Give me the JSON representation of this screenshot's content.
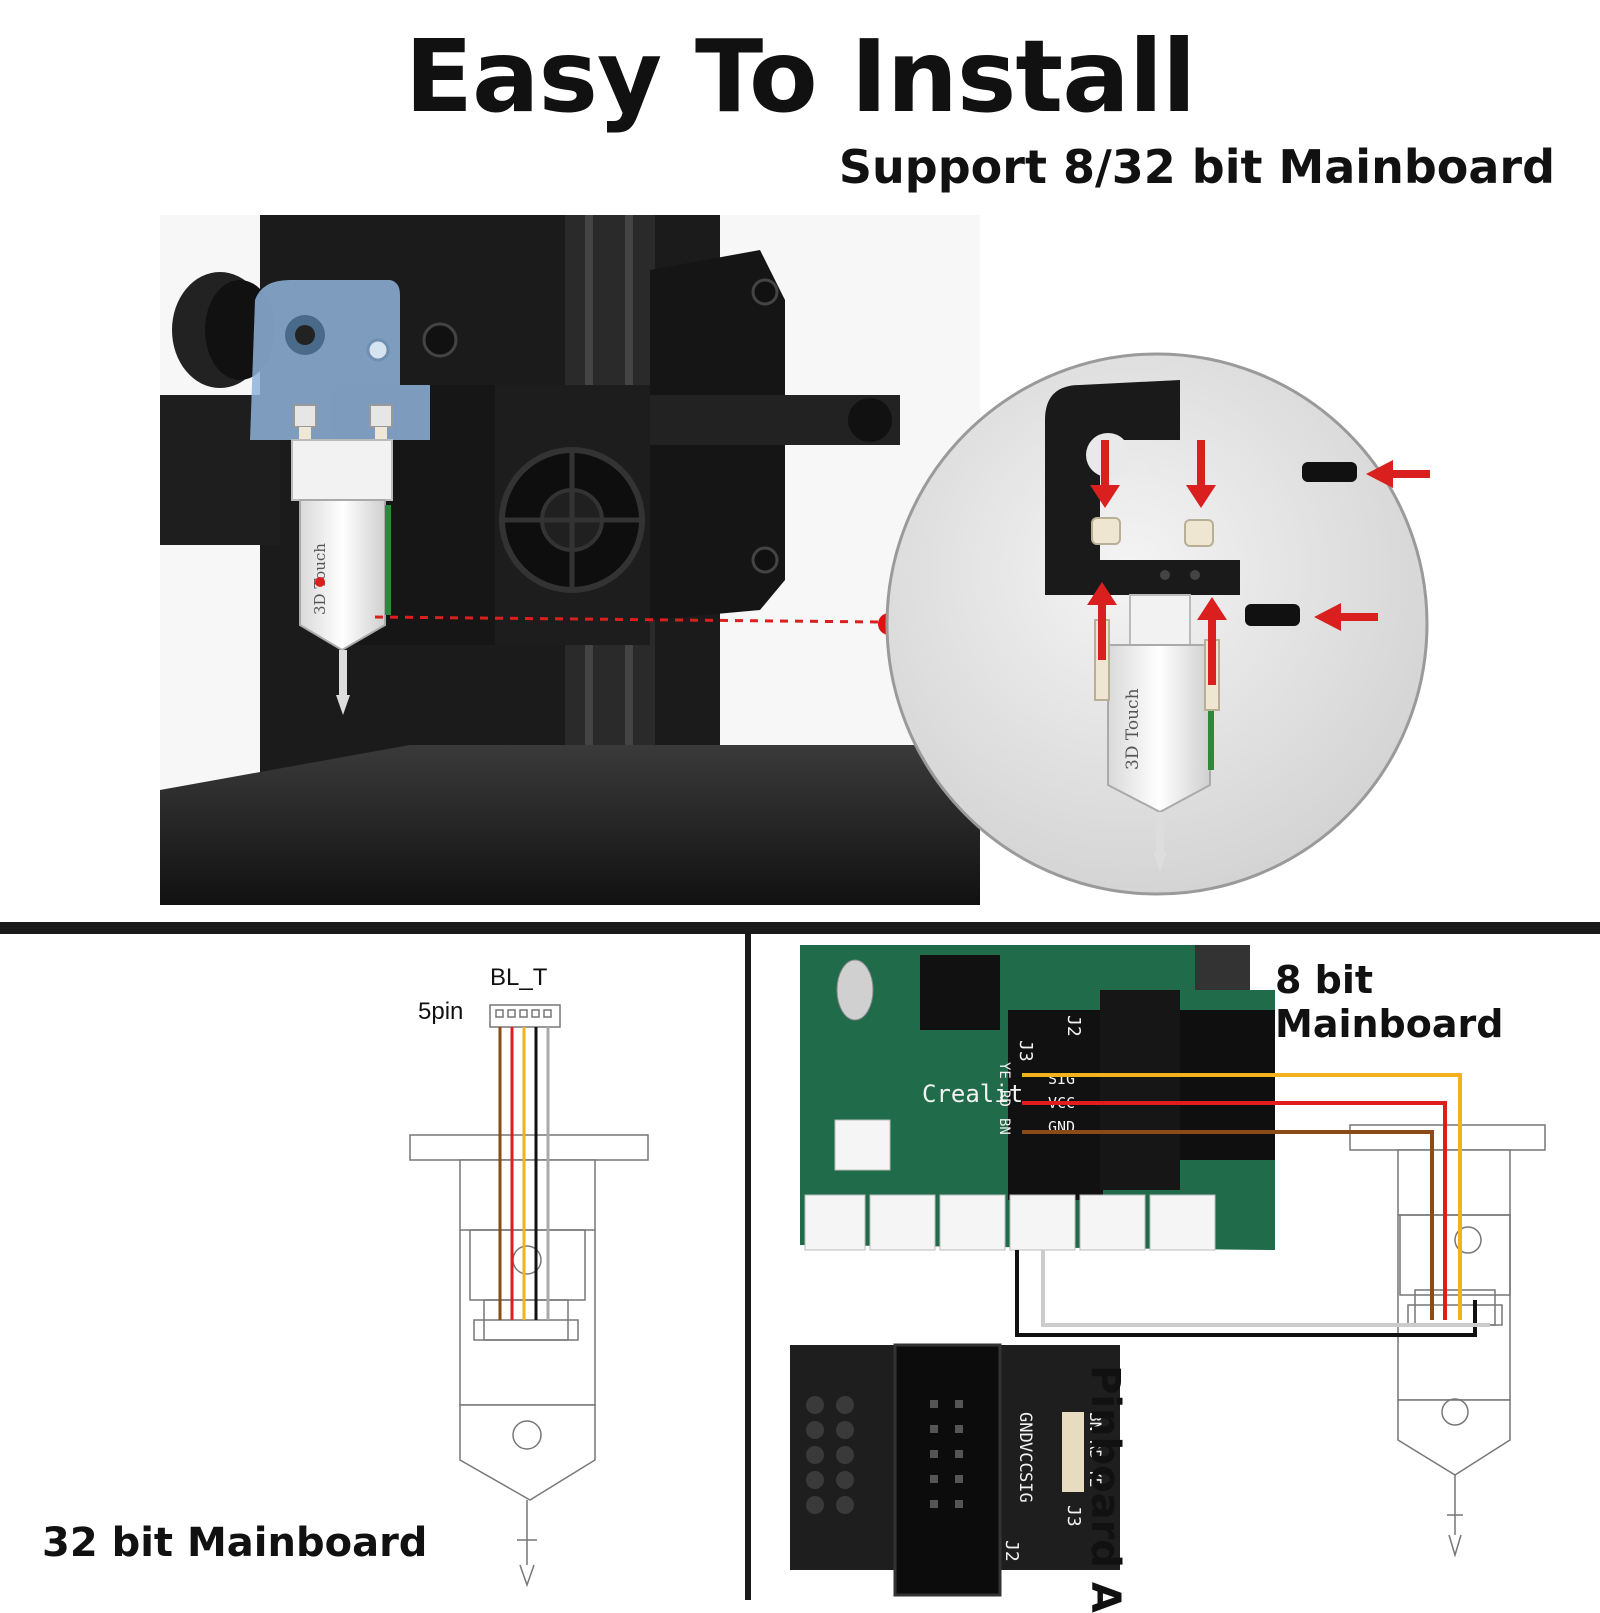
{
  "title": "Easy To Install",
  "subtitle": "Support 8/32 bit Mainboard",
  "brand": "3D Touch",
  "mainboard_32": {
    "label": "32 bit Mainboard",
    "connector": "BL_T",
    "pin_label": "5pin"
  },
  "mainboard_8": {
    "label": "8 bit Mainboard",
    "board_text": "Crealit",
    "header": "J3",
    "header2": "J2",
    "pins": [
      "SIG",
      "VCC",
      "GND"
    ],
    "wire_codes": [
      "YE",
      "RD",
      "BN"
    ]
  },
  "pinboard": {
    "label": "Pinboard A",
    "header": "J3",
    "header2": "J2",
    "pins": [
      "GND",
      "VCC",
      "SIG"
    ],
    "wire_codes": [
      "YE",
      "RD",
      "BN"
    ]
  },
  "colors": {
    "wire_yellow": "#f2b21b",
    "wire_red": "#e01d1d",
    "wire_brown": "#8a4b16",
    "wire_black": "#111111",
    "arrow_red": "#d9201f",
    "board_green": "#1f6b4a"
  }
}
